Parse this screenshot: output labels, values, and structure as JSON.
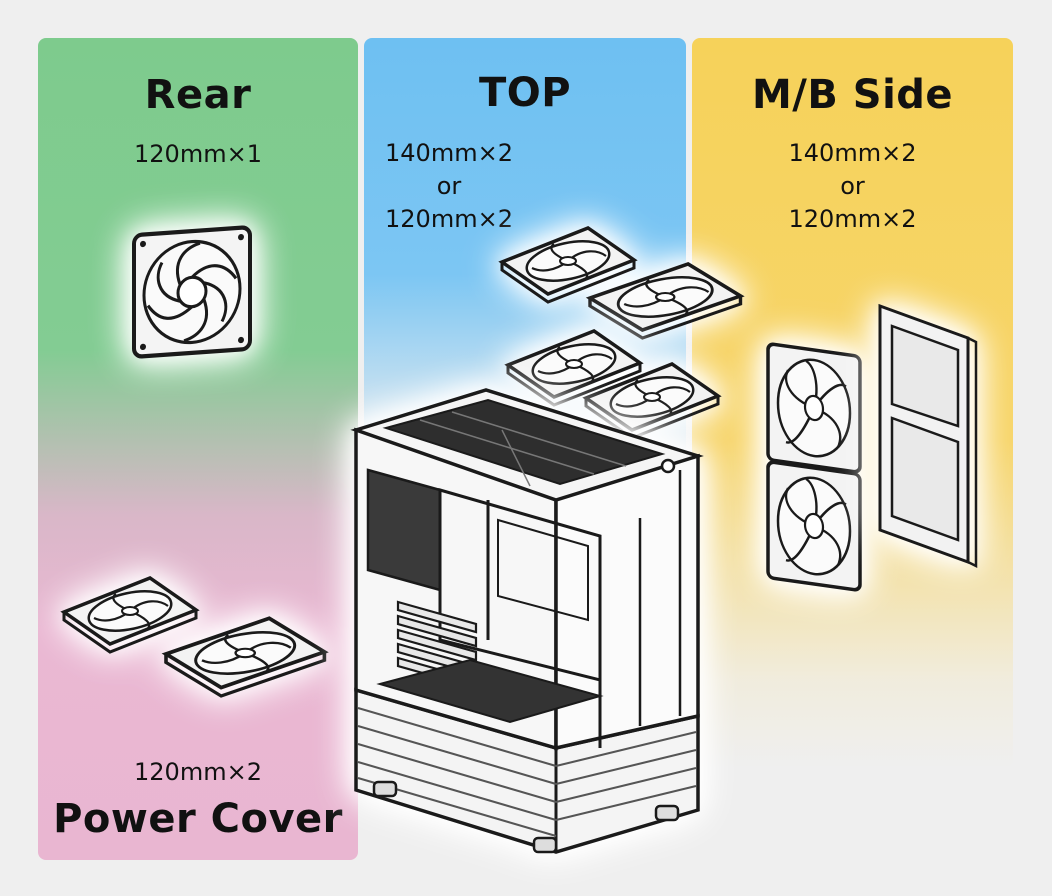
{
  "zones": {
    "rear": {
      "title": "Rear",
      "spec": [
        "120mm×1"
      ],
      "color": "#7ecb8d"
    },
    "top": {
      "title": "TOP",
      "spec": [
        "140mm×2",
        "or",
        "120mm×2"
      ],
      "color": "#6ec0f2"
    },
    "mb_side": {
      "title": "M/B Side",
      "spec": [
        "140mm×2",
        "or",
        "120mm×2"
      ],
      "color": "#f6d25a"
    },
    "power_cover": {
      "title": "Power Cover",
      "spec": [
        "120mm×2"
      ],
      "color": "#e9b6d1"
    }
  },
  "icons": [
    "fan-120mm-icon",
    "dual-fan-icon",
    "pc-case-icon",
    "fan-bracket-icon"
  ]
}
